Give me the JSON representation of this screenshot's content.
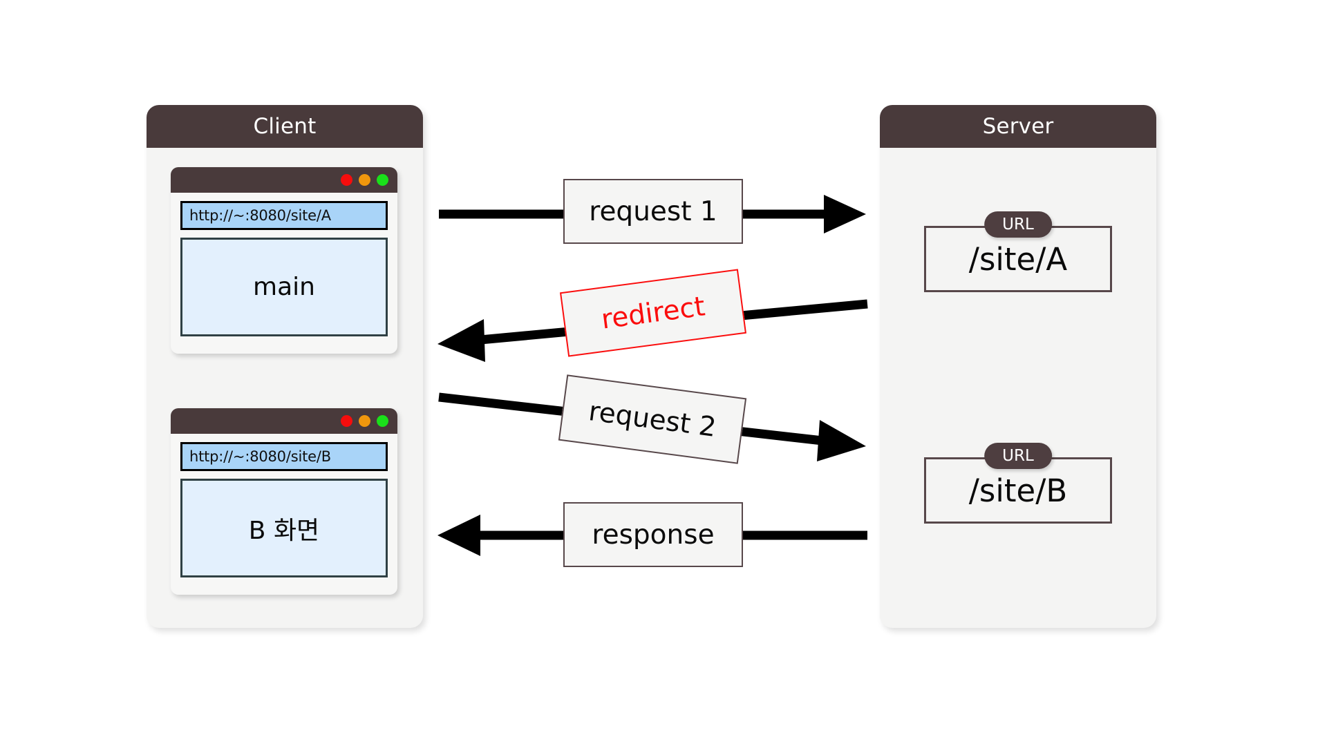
{
  "diagram": {
    "title_client": "Client",
    "title_server": "Server"
  },
  "client": {
    "panel_label": "Client",
    "browsers": [
      {
        "name": "browser-a",
        "url": "http://~:8080/site/A",
        "content": "main",
        "dots": [
          "red",
          "yellow",
          "green"
        ]
      },
      {
        "name": "browser-b",
        "url": "http://~:8080/site/B",
        "content": "B 화면",
        "dots": [
          "red",
          "yellow",
          "green"
        ]
      }
    ]
  },
  "server": {
    "panel_label": "Server",
    "endpoints": [
      {
        "badge": "URL",
        "path": "/site/A"
      },
      {
        "badge": "URL",
        "path": "/site/B"
      }
    ]
  },
  "arrows": [
    {
      "label": "request 1",
      "direction": "right",
      "color": "#0b0b0b",
      "border": "#57474a"
    },
    {
      "label": "redirect",
      "direction": "left",
      "color": "#fb0d0d",
      "border": "#fb0d0d"
    },
    {
      "label": "request 2",
      "direction": "right",
      "color": "#0b0b0b",
      "border": "#57474a"
    },
    {
      "label": "response",
      "direction": "left",
      "color": "#0b0b0b",
      "border": "#57474a"
    }
  ],
  "colors": {
    "header_dark": "#493a3b",
    "panel_bg": "#f4f4f3",
    "urlbar_blue": "#a9d4f8",
    "viewport_blue": "#e3f0fd",
    "redirect_red": "#fb0d0d",
    "dot_red": "#f50d0d",
    "dot_yellow": "#f0970d",
    "dot_green": "#1ae01a",
    "page_bg": "#ffffff"
  }
}
